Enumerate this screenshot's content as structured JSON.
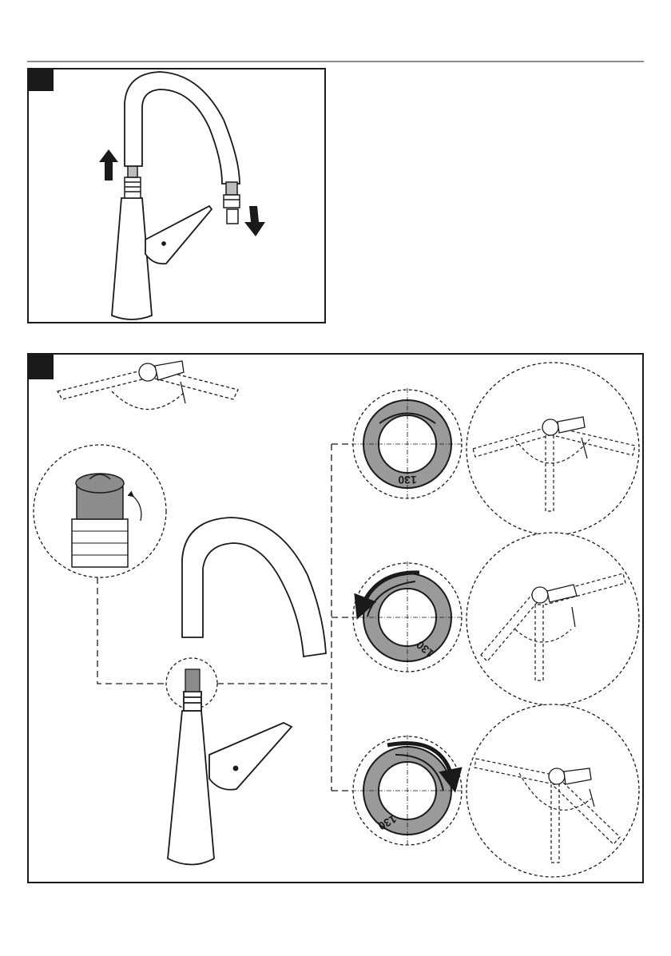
{
  "steps": [
    {
      "id": "step-1",
      "badge": ""
    },
    {
      "id": "step-2",
      "badge": ""
    }
  ],
  "rotation_limiter": {
    "ring_label": "130",
    "positions": [
      {
        "name": "center",
        "arrow": "none"
      },
      {
        "name": "left",
        "arrow": "counter-clockwise"
      },
      {
        "name": "right",
        "arrow": "clockwise"
      }
    ]
  },
  "colors": {
    "line": "#1a1a1a",
    "ring_fill": "#9a9a9a",
    "badge": "#1a1a1a",
    "cartridge": "#8c8c8c"
  },
  "icons": [
    "arrow-up-icon",
    "arrow-down-icon",
    "rotate-arrow-icon"
  ]
}
